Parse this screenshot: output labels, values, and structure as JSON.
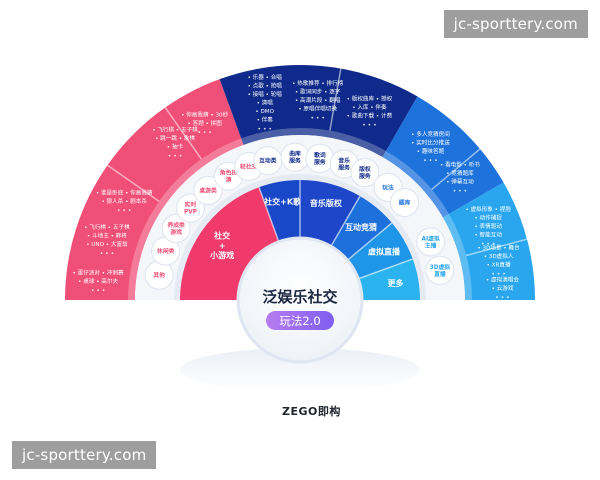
{
  "watermarks": {
    "top": "jc-sporttery.com",
    "bottom": "jc-sporttery.com"
  },
  "center": {
    "title": "泛娱乐社交",
    "badge": "玩法2.0"
  },
  "brand": {
    "label": "ZEGO即构"
  },
  "colors": {
    "social_game": "#ef3a6b",
    "social_kge": "#1848c8",
    "music": "#1d47c8",
    "interactive": "#1d6fdc",
    "virtual_live": "#1f95e8",
    "more": "#2bb3f0",
    "outer_red": "#f04f77",
    "outer_navy": "#0f2a8a",
    "outer_blue": "#1e72dc",
    "outer_light": "#2aa6ee"
  },
  "inner_sectors": [
    {
      "label": "社交+小游戏",
      "lines": [
        "社交",
        "+",
        "小游戏"
      ]
    },
    {
      "label": "社交+K歌",
      "lines": [
        "社交+K歌"
      ]
    },
    {
      "label": "音乐版权",
      "lines": [
        "音乐版权"
      ]
    },
    {
      "label": "互动竞猜",
      "lines": [
        "互动竞猜"
      ]
    },
    {
      "label": "虚拟直播",
      "lines": [
        "虚拟直播"
      ]
    },
    {
      "label": "更多",
      "lines": [
        "更多"
      ]
    }
  ],
  "ring_items": [
    {
      "label": "其他",
      "lines": [
        "其他"
      ]
    },
    {
      "label": "休闲类",
      "lines": [
        "休闲类"
      ]
    },
    {
      "label": "养成类游戏",
      "lines": [
        "养成类",
        "游戏"
      ]
    },
    {
      "label": "实时PVP",
      "lines": [
        "实时",
        "PVP"
      ]
    },
    {
      "label": "桌游类",
      "lines": [
        "桌游类"
      ]
    },
    {
      "label": "角色扮演",
      "lines": [
        "角色扮",
        "演"
      ]
    },
    {
      "label": "轻社交",
      "lines": [
        "轻社交"
      ]
    },
    {
      "label": "互动类",
      "lines": [
        "互动类"
      ]
    },
    {
      "label": "曲库服务",
      "lines": [
        "曲库",
        "服务"
      ]
    },
    {
      "label": "歌词服务",
      "lines": [
        "歌词",
        "服务"
      ]
    },
    {
      "label": "音乐服务",
      "lines": [
        "音乐",
        "服务"
      ]
    },
    {
      "label": "版权服务",
      "lines": [
        "版权",
        "服务"
      ]
    },
    {
      "label": "玩法",
      "lines": [
        "玩法"
      ]
    },
    {
      "label": "题库",
      "lines": [
        "题库"
      ]
    },
    {
      "label": "AI虚拟主播",
      "lines": [
        "AI虚拟",
        "主播"
      ]
    },
    {
      "label": "3D虚拟直播",
      "lines": [
        "3D虚拟",
        "直播"
      ]
    }
  ],
  "outer_texts": {
    "red": [
      [
        "• 谁是卧底 • 你画我猜",
        "• 狼人杀 • 剧本杀"
      ],
      [
        "• 飞行棋 • 五子棋",
        "• 斗地主 • 麻将",
        "• UNO • 大富翁"
      ],
      [
        "• 蛋仔派对 • 冲刺赛",
        "• 桌球 • 高尔夫"
      ],
      [
        "• 飞行棋 • 五子棋",
        "• 跳一跳 • 象棋",
        "• 抽卡"
      ],
      [
        "• 你画我猜 • 30秒",
        "• 答题 • 拼图"
      ]
    ],
    "navy": [
      [
        "• 乐器 • 合唱",
        "• 点歌 • 抢唱",
        "• 接唱 • 轮唱",
        "• 清唱",
        "• DMO",
        "• 伴奏"
      ],
      [
        "• 热歌推荐 • 排行榜",
        "• 歌词同步 • 逐字",
        "• 高潮片段 • 翻唱",
        "• 原唱伴唱切换"
      ],
      [
        "• 版权曲库 • 授权",
        "• 入库 • 伴奏",
        "• 歌曲下载 • 计费"
      ]
    ],
    "blue": [
      [
        "• 多人竞猜房间",
        "• 实时比分推送",
        "• 趣味答题"
      ],
      [
        "• 看电影 • 听书",
        "• 竞猜题库",
        "• 弹幕互动"
      ]
    ],
    "light": [
      [
        "• 虚拟形象 • 捏脸",
        "• 动作捕捉",
        "• 表情驱动",
        "• 智能互动"
      ],
      [
        "• 3D场景 • 舞台",
        "• 3D虚拟人",
        "• XR直播"
      ],
      [
        "• 虚拟演唱会",
        "• 云游戏"
      ]
    ]
  },
  "outer_dots": "• • •"
}
